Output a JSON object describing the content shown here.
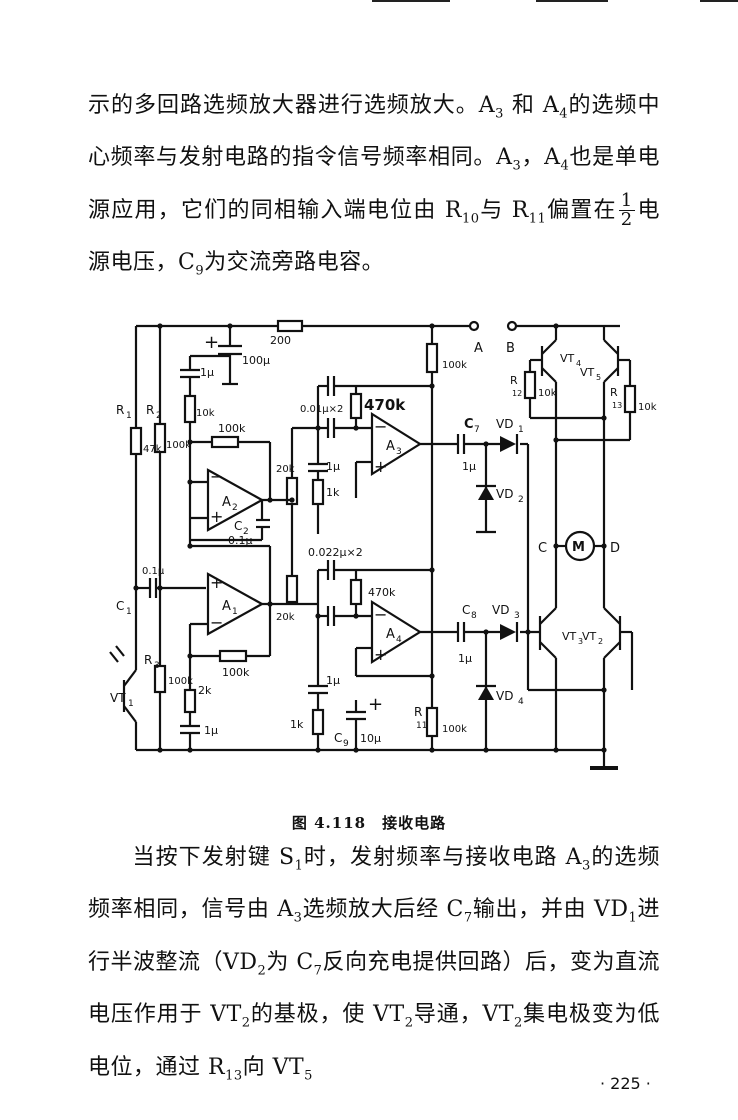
{
  "text": {
    "para1_a": "示的多回路选频放大器进行选频放大。A",
    "para1_b": "和 A",
    "para1_c": "的选频中心频率与发射电路的指令信号频率相同。A",
    "para1_d": "，A",
    "para1_e": "也是单电源应用，它们的同相输入端电位由 R",
    "para1_f": "与 R",
    "para1_g": "偏置在",
    "para1_h": "电源电压，C",
    "para1_i": "为交流旁路电容。",
    "sub3": "3",
    "sub4": "4",
    "sub10": "10",
    "sub11": "11",
    "sub9": "9",
    "frac_num": "1",
    "frac_den": "2",
    "caption": "图 4.118　接收电路",
    "para2_a": "当按下发射键 S",
    "para2_b": "时，发射频率与接收电路 A",
    "para2_c": "的选频频率相同，信号由 A",
    "para2_d": "选频放大后经 C",
    "para2_e": "输出，并由 VD",
    "para2_f": "进行半波整流（VD",
    "para2_g": "为 C",
    "para2_h": "反向充电提供回路）后，变为直流电压作用于 VT",
    "para2_i": "的基极，使 VT",
    "para2_j": "导通，VT",
    "para2_k": "集电极变为低电位，通过 R",
    "para2_l": "向 VT",
    "sub1": "1",
    "sub2": "2",
    "sub7": "7",
    "sub13": "13",
    "sub5": "5",
    "page_number": "· 225 ·"
  },
  "labels": {
    "r1": "R",
    "r1s": "1",
    "r2": "R",
    "r2s": "2",
    "r2v": "47k",
    "r3": "R",
    "r3s": "3",
    "c1": "C",
    "c1s": "1",
    "c1v": "0.1μ",
    "v_r10k_a": "10k",
    "v_100k_a": "100k",
    "v_100k_b": "100k",
    "v_100u": "100μ",
    "v_1u_a": "1μ",
    "v_200": "200",
    "v_100k_fb2": "100k",
    "v_c2": "C",
    "v_c2s": "2",
    "v_c2v": "0.1μ",
    "v_100k_fb1": "100k",
    "v_2k": "2k",
    "v_1u_b": "1μ",
    "a2": "A",
    "a2s": "2",
    "a1": "A",
    "a1s": "1",
    "a3": "A",
    "a3s": "3",
    "a4": "A",
    "a4s": "4",
    "v_20k_a": "20k",
    "v_20k_b": "20k",
    "v_001": "0.01μ×2",
    "v_470k_a": "470k",
    "v_1u_c": "1μ",
    "v_1k_a": "1k",
    "v_0022": "0.022μ×2",
    "v_470k_b": "470k",
    "v_1u_d": "1μ",
    "v_1k_b": "1k",
    "c9": "C",
    "c9s": "9",
    "c9v": "10μ",
    "r11": "R",
    "r11s": "11",
    "v_100k_r11": "100k",
    "v_100k_r10": "100k",
    "c7": "C",
    "c7s": "7",
    "c8": "C",
    "c8s": "8",
    "v_1u_c7": "1μ",
    "v_1u_c8": "1μ",
    "vd1": "VD",
    "vd1s": "1",
    "vd2": "VD",
    "vd2s": "2",
    "vd3": "VD",
    "vd3s": "3",
    "vd4": "VD",
    "vd4s": "4",
    "pa": "A",
    "pb": "B",
    "pc": "C",
    "pd": "D",
    "motor": "M",
    "r12": "R",
    "r12s": "12",
    "v_10k_r12": "10k",
    "r13": "R",
    "r13s": "13",
    "v_10k_r13": "10k",
    "vt4": "VT",
    "vt4s": "4",
    "vt5": "VT",
    "vt5s": "5",
    "vt3": "VT",
    "vt3s": "3",
    "vt2": "VT",
    "vt2s": "2",
    "vt1": "VT",
    "vt1s": "1",
    "plus": "+",
    "minus": "−"
  }
}
